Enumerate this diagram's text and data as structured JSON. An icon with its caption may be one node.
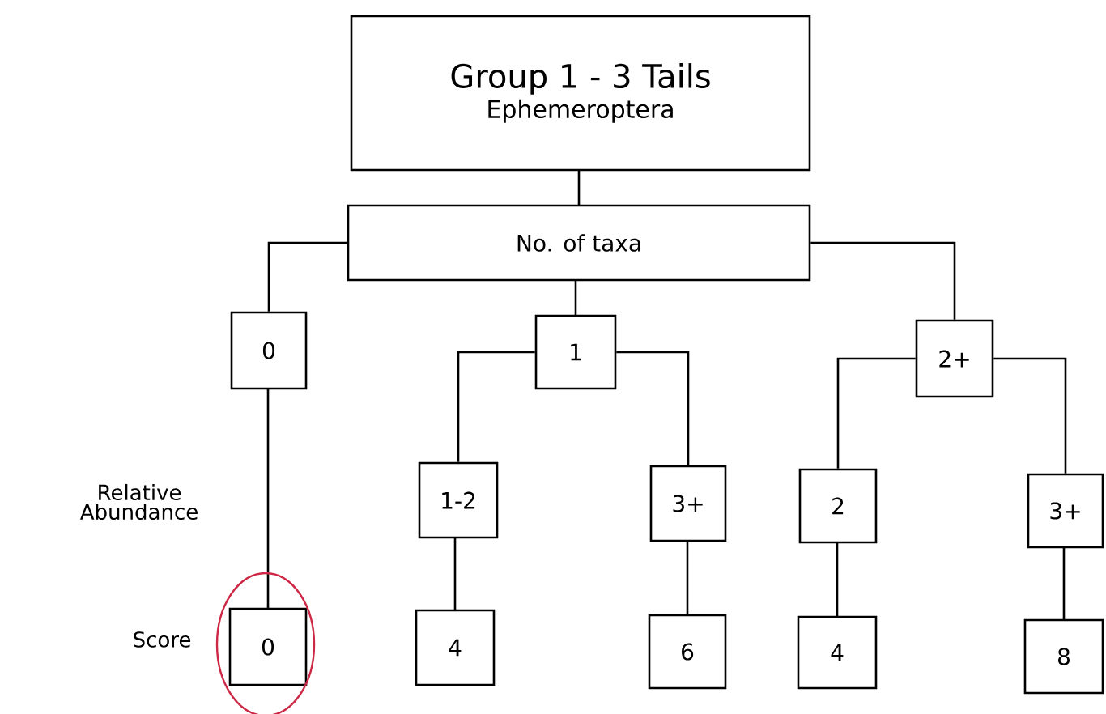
{
  "diagram": {
    "nodes": [
      {
        "text": [
          "Group 1 - 3 Tails",
          "Ephemeroptera"
        ]
      },
      {
        "text": [
          "No. of taxa"
        ]
      },
      {
        "text": [
          "0"
        ]
      },
      {
        "text": [
          "1"
        ]
      },
      {
        "text": [
          "2+"
        ]
      },
      {
        "text": [
          "1-2"
        ]
      },
      {
        "text": [
          "3+"
        ]
      },
      {
        "text": [
          "2"
        ]
      },
      {
        "text": [
          "3+"
        ]
      },
      {
        "text": [
          "0"
        ]
      },
      {
        "text": [
          "4"
        ]
      },
      {
        "text": [
          "6"
        ]
      },
      {
        "text": [
          "4"
        ]
      },
      {
        "text": [
          "8"
        ]
      }
    ],
    "edges": [
      {
        "from": 0,
        "to": 1,
        "arrow": "none"
      },
      {
        "from": 1,
        "to": 2,
        "arrow": "none"
      },
      {
        "from": 1,
        "to": 3,
        "arrow": "none"
      },
      {
        "from": 1,
        "to": 4,
        "arrow": "none"
      },
      {
        "from": 2,
        "to": 9,
        "arrow": "none"
      },
      {
        "from": 3,
        "to": 5,
        "arrow": "none"
      },
      {
        "from": 3,
        "to": 6,
        "arrow": "none"
      },
      {
        "from": 4,
        "to": 7,
        "arrow": "none"
      },
      {
        "from": 4,
        "to": 8,
        "arrow": "none"
      },
      {
        "from": 5,
        "to": 10,
        "arrow": "none"
      },
      {
        "from": 6,
        "to": 11,
        "arrow": "none"
      },
      {
        "from": 7,
        "to": 12,
        "arrow": "none"
      },
      {
        "from": 8,
        "to": 13,
        "arrow": "none"
      }
    ],
    "labels": [
      "Relative Abundance",
      "Score"
    ]
  }
}
